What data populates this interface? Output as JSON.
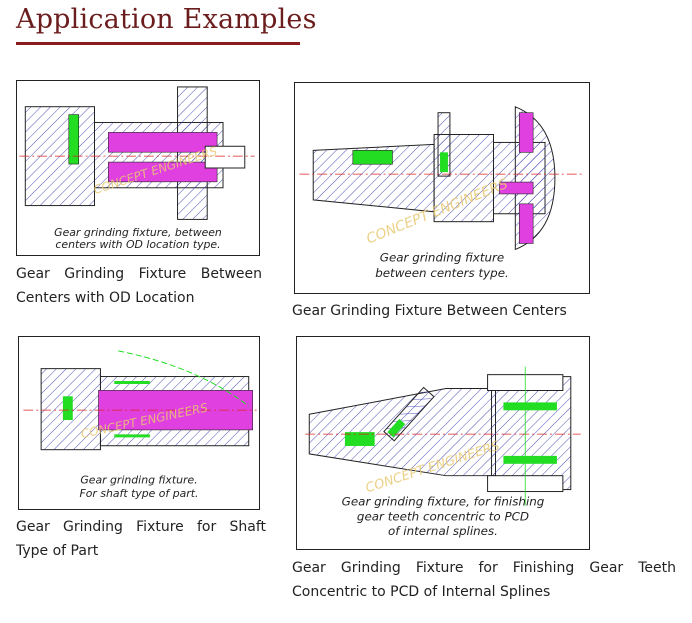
{
  "page": {
    "heading": "Application Examples"
  },
  "examples": [
    {
      "diagram_caption_lines": [
        "Gear grinding fixture, between",
        "centers with OD location type."
      ],
      "caption": "Gear Grinding Fixture Between Centers with OD Location",
      "watermark": "CONCEPT ENGINEERS"
    },
    {
      "diagram_caption_lines": [
        "Gear grinding fixture",
        "between centers type."
      ],
      "caption": "Gear Grinding Fixture Between Centers",
      "watermark": "CONCEPT ENGINEERS"
    },
    {
      "diagram_caption_lines": [
        "Gear grinding fixture.",
        "For shaft type of part."
      ],
      "caption": "Gear Grinding Fixture for Shaft Type of Part",
      "watermark": "CONCEPT ENGINEERS"
    },
    {
      "diagram_caption_lines": [
        "Gear grinding fixture, for finishing",
        "gear teeth concentric to PCD",
        "of internal splines."
      ],
      "caption": "Gear Grinding Fixture for Finishing Gear Teeth Concentric to PCD of Internal Splines",
      "watermark": "CONCEPT ENGINEERS"
    }
  ],
  "colors": {
    "hatch": "#3b3fb0",
    "magenta": "#e040e0",
    "green": "#22dd22",
    "red": "#dd2222",
    "watermark": "#e8c870",
    "heading": "#6b1d1d"
  }
}
